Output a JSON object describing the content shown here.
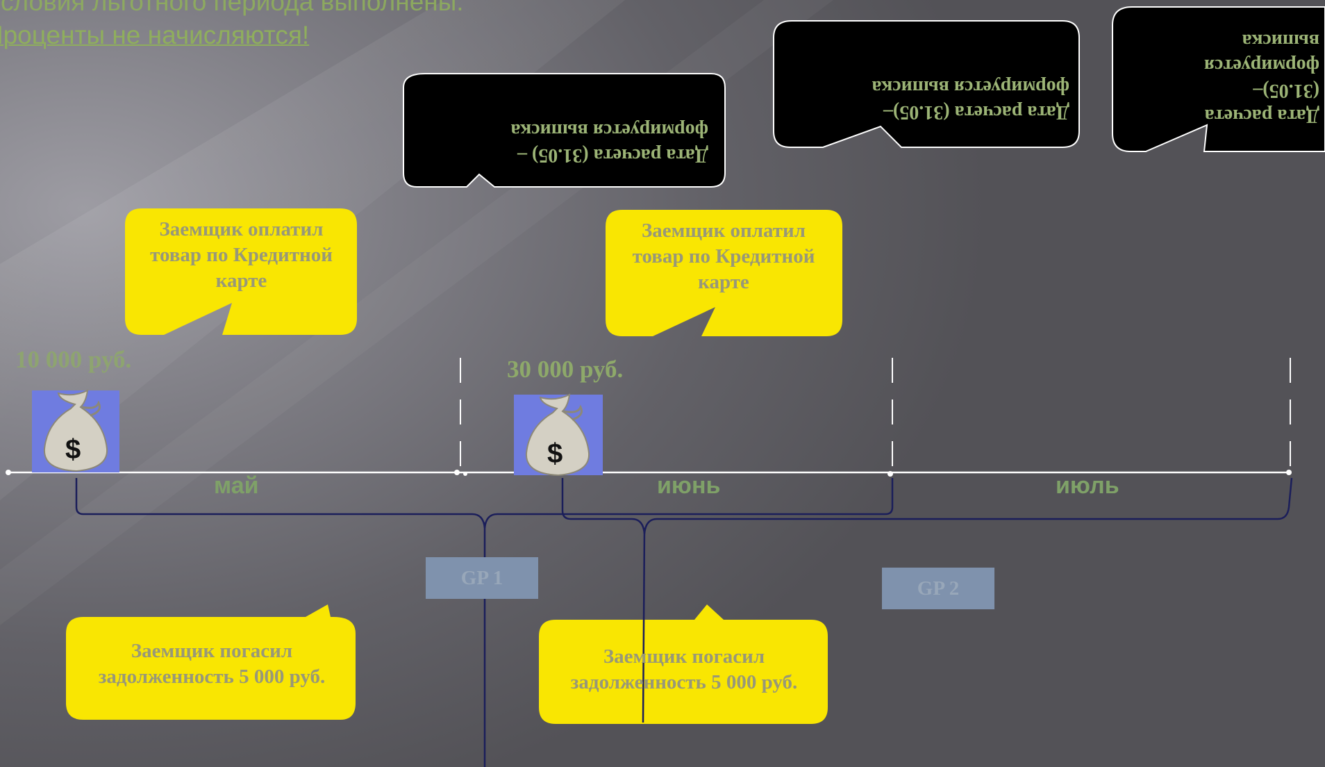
{
  "header": {
    "line1": "Условия льготного периода выполнены.",
    "line2": "Проценты не начисляются!"
  },
  "callouts": {
    "statement_1": "Дата расчета (31.05) – формируется выписка",
    "statement_2": "Дата расчета (31.05)– формируется выписка",
    "statement_3": "Дата расчета (31.05)– формируется выписка",
    "purchase_1": "Заемщик оплатил товар по Кредитной карте",
    "purchase_2": "Заемщик оплатил товар по Кредитной карте",
    "repay_1": "Заемщик погасил задолженность 5 000 руб.",
    "repay_2": "Заемщик погасил задолженность 5 000 руб."
  },
  "timeline": {
    "amount_1": "10 000 руб.",
    "amount_2": "30 000 руб.",
    "months": [
      "май",
      "июнь",
      "июль"
    ],
    "gp_1": "GP 1",
    "gp_2": "GP 2"
  },
  "icons": {
    "money_bag_1": "money-bag-icon",
    "money_bag_2": "money-bag-icon"
  },
  "colors": {
    "callout_black": "#000000",
    "callout_yellow": "#f9e602",
    "bracket_navy": "#1b1e5a",
    "gp_box": "#7f92ad",
    "text_green": "#8ea96a"
  }
}
